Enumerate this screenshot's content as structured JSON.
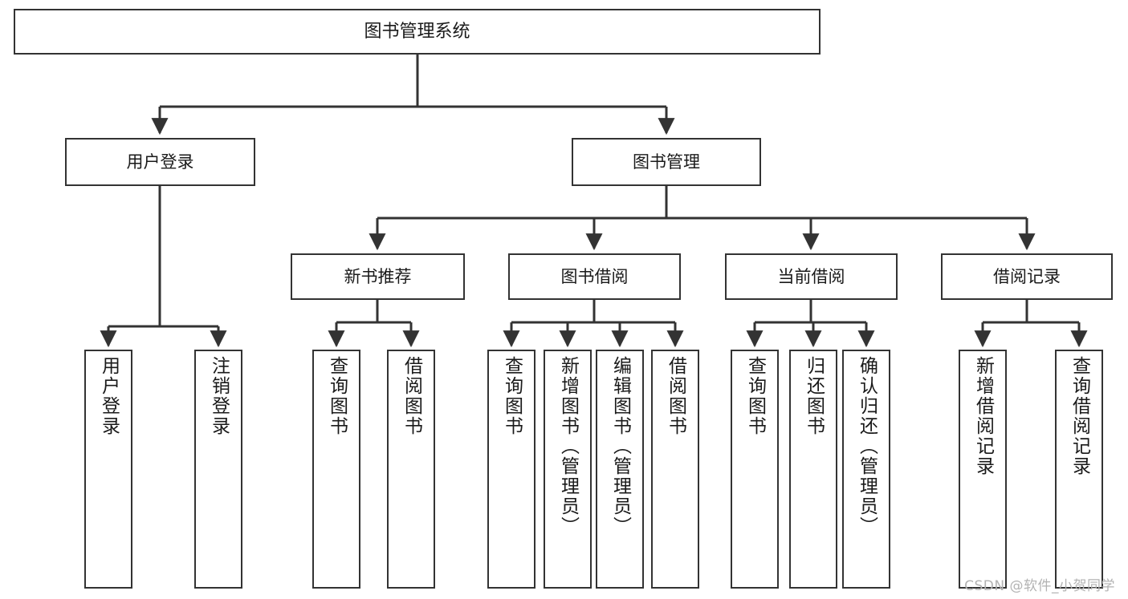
{
  "diagram": {
    "title": "图书管理系统",
    "type": "tree-hierarchy",
    "watermark": "CSDN @软件_小贺同学",
    "colors": {
      "border": "#333333",
      "background": "#ffffff",
      "text": "#1a1a1a",
      "connector": "#333333",
      "watermark": "#b3b3b3"
    },
    "nodes": {
      "root": {
        "label": "图书管理系统"
      },
      "level1": [
        {
          "id": "user-login",
          "label": "用户登录"
        },
        {
          "id": "book-manage",
          "label": "图书管理"
        }
      ],
      "level2": [
        {
          "id": "new-book-recommend",
          "label": "新书推荐"
        },
        {
          "id": "book-borrow",
          "label": "图书借阅"
        },
        {
          "id": "current-borrow",
          "label": "当前借阅"
        },
        {
          "id": "borrow-record",
          "label": "借阅记录"
        }
      ],
      "leaves": {
        "user-login": [
          {
            "id": "leaf-user-login",
            "label": "用户登录"
          },
          {
            "id": "leaf-user-logout",
            "label": "注销登录"
          }
        ],
        "new-book-recommend": [
          {
            "id": "leaf-query-book-1",
            "label": "查询图书"
          },
          {
            "id": "leaf-borrow-book-1",
            "label": "借阅图书"
          }
        ],
        "book-borrow": [
          {
            "id": "leaf-query-book-2",
            "label": "查询图书"
          },
          {
            "id": "leaf-add-book",
            "label": "新增图书（管理员）"
          },
          {
            "id": "leaf-edit-book",
            "label": "编辑图书（管理员）"
          },
          {
            "id": "leaf-borrow-book-2",
            "label": "借阅图书"
          }
        ],
        "current-borrow": [
          {
            "id": "leaf-query-book-3",
            "label": "查询图书"
          },
          {
            "id": "leaf-return-book",
            "label": "归还图书"
          },
          {
            "id": "leaf-confirm-return",
            "label": "确认归还（管理员）"
          }
        ],
        "borrow-record": [
          {
            "id": "leaf-add-record",
            "label": "新增借阅记录"
          },
          {
            "id": "leaf-query-record",
            "label": "查询借阅记录"
          }
        ]
      }
    }
  }
}
